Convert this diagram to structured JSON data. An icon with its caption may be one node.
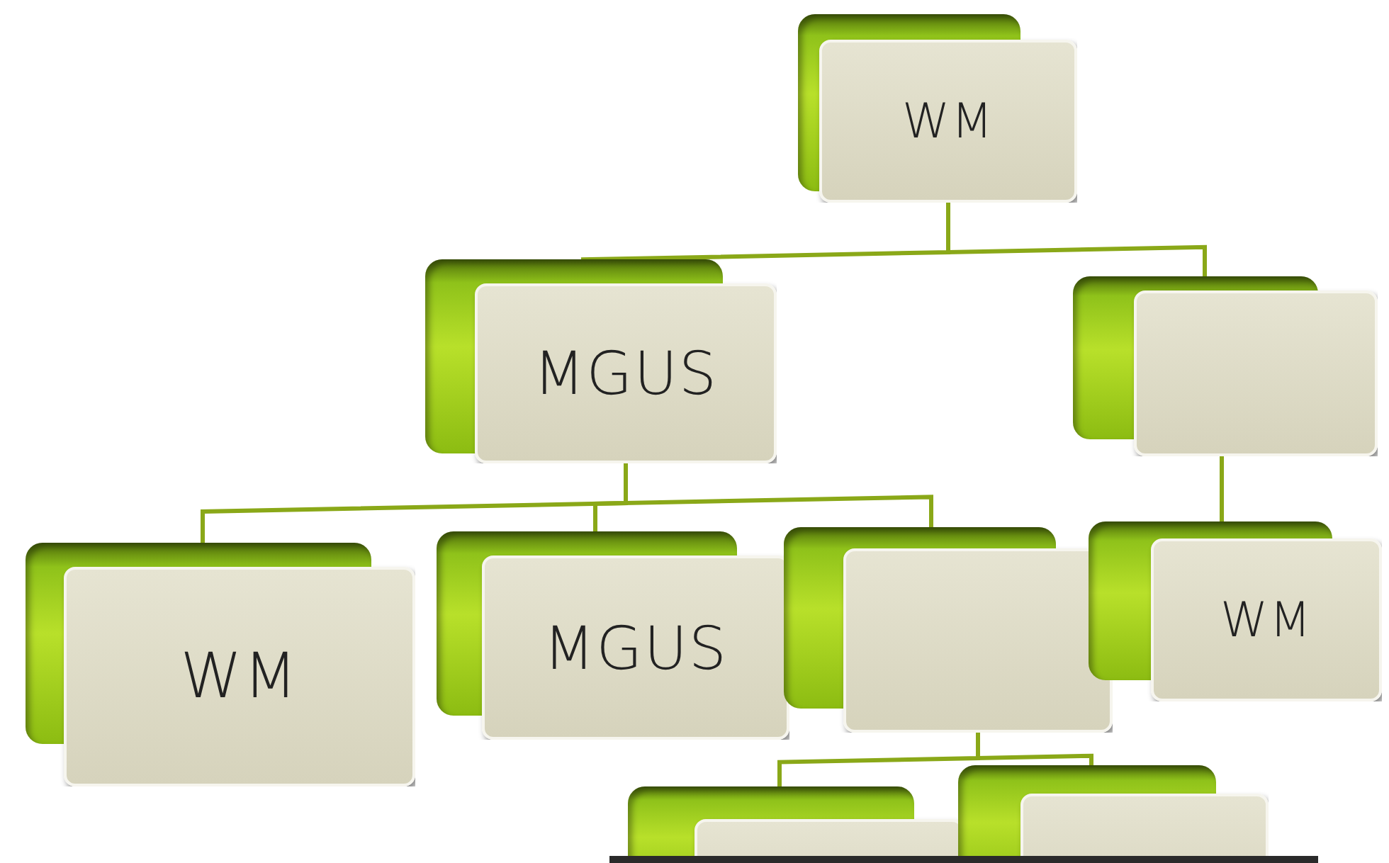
{
  "diagram": {
    "nodes": [
      {
        "text": [
          "WM"
        ]
      },
      {
        "text": [
          "MGUS"
        ]
      },
      {
        "text": [],
        "shape": "box"
      },
      {
        "text": [
          "WM"
        ]
      },
      {
        "text": [
          "MGUS"
        ]
      },
      {
        "text": [],
        "shape": "box"
      },
      {
        "text": [
          "WM"
        ]
      },
      {
        "text": [],
        "shape": "box"
      },
      {
        "text": [],
        "shape": "box"
      }
    ],
    "edges": [
      {
        "from": 0,
        "to": 1,
        "arrow": "none"
      },
      {
        "from": 0,
        "to": 2,
        "arrow": "none"
      },
      {
        "from": 1,
        "to": 3,
        "arrow": "none"
      },
      {
        "from": 1,
        "to": 4,
        "arrow": "none"
      },
      {
        "from": 1,
        "to": 5,
        "arrow": "none"
      },
      {
        "from": 2,
        "to": 6,
        "arrow": "none"
      },
      {
        "from": 5,
        "to": 7,
        "arrow": "none"
      },
      {
        "from": 5,
        "to": 8,
        "arrow": "none"
      }
    ]
  }
}
